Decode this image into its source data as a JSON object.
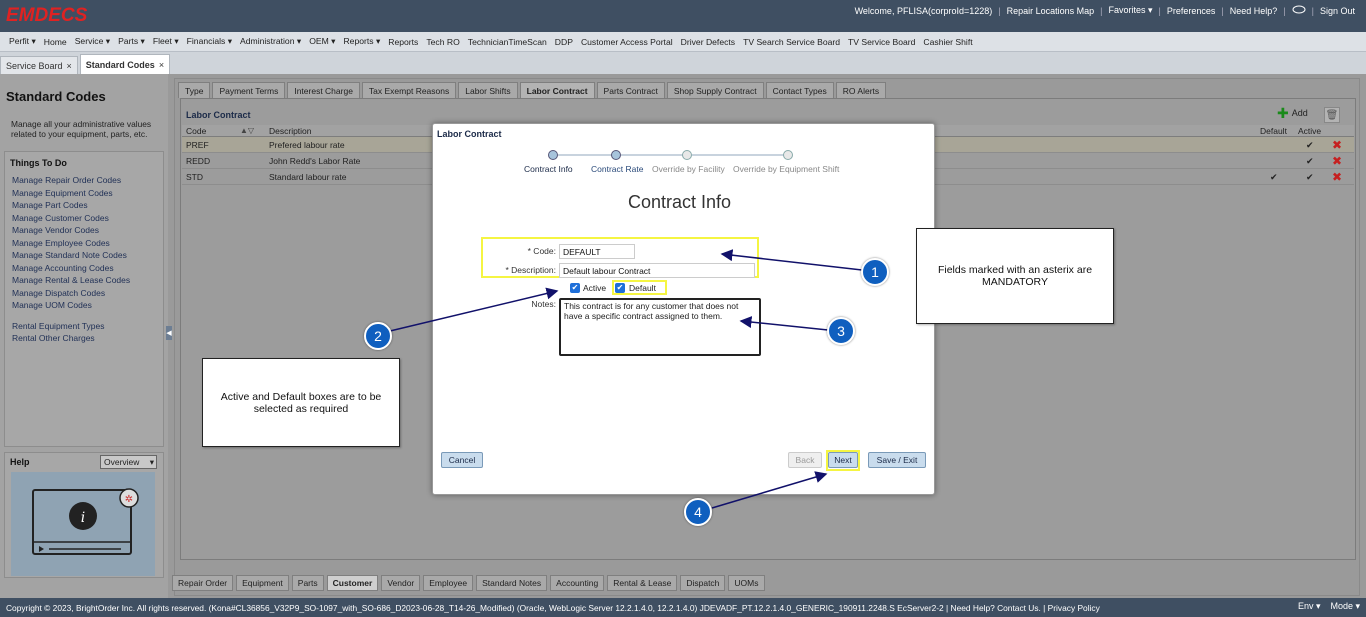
{
  "app": {
    "logo": "EMDECS",
    "top_links": [
      "Welcome, PFLISA(corproId=1228)",
      "Repair Locations Map",
      "Favorites ▾",
      "Preferences",
      "Need Help?",
      "Sign Out"
    ]
  },
  "menu": [
    "Perfit ▾",
    "Home",
    "Service ▾",
    "Parts ▾",
    "Fleet ▾",
    "Financials ▾",
    "Administration ▾",
    "OEM ▾",
    "Reports ▾",
    "Reports",
    "Tech RO",
    "TechnicianTimeScan",
    "DDP",
    "Customer Access Portal",
    "Driver Defects",
    "TV Search Service Board",
    "TV Service Board",
    "Cashier Shift"
  ],
  "page_tabs": [
    {
      "label": "Service Board",
      "close": "×"
    },
    {
      "label": "Standard Codes",
      "close": "×"
    }
  ],
  "sidebar": {
    "title": "Standard Codes",
    "description": "Manage all your administrative values related to your equipment, parts, etc.",
    "todo_title": "Things To Do",
    "links": [
      "Manage Repair Order Codes",
      "Manage Equipment Codes",
      "Manage Part Codes",
      "Manage Customer Codes",
      "Manage Vendor Codes",
      "Manage Employee Codes",
      "Manage Standard Note Codes",
      "Manage Accounting Codes",
      "Manage Rental & Lease Codes",
      "Manage Dispatch Codes",
      "Manage UOM Codes"
    ],
    "links2": [
      "Rental Equipment Types",
      "Rental Other Charges"
    ],
    "help_title": "Help",
    "help_select": "Overview"
  },
  "sub_tabs": [
    "Type",
    "Payment Terms",
    "Interest Charge",
    "Tax Exempt Reasons",
    "Labor Shifts",
    "Labor Contract",
    "Parts Contract",
    "Shop Supply Contract",
    "Contact Types",
    "RO Alerts"
  ],
  "panel": {
    "title": "Labor Contract",
    "add_label": "Add",
    "columns": {
      "code": "Code",
      "description": "Description",
      "default": "Default",
      "active": "Active"
    },
    "rows": [
      {
        "code": "PREF",
        "description": "Prefered labour rate",
        "default": "",
        "active": "✔"
      },
      {
        "code": "REDD",
        "description": "John Redd's Labor Rate",
        "default": "",
        "active": "✔"
      },
      {
        "code": "STD",
        "description": "Standard labour rate",
        "default": "✔",
        "active": "✔"
      }
    ]
  },
  "bottom_tabs": [
    "Repair Order",
    "Equipment",
    "Parts",
    "Customer",
    "Vendor",
    "Employee",
    "Standard Notes",
    "Accounting",
    "Rental & Lease",
    "Dispatch",
    "UOMs"
  ],
  "footer": {
    "text": "Copyright © 2023, BrightOrder Inc. All rights reserved.   (Kona#CL36856_V32P9_SO-1097_with_SO-686_D2023-06-28_T14-26_Modified) (Oracle, WebLogic Server 12.2.1.4.0, 12.2.1.4.0) JDEVADF_PT.12.2.1.4.0_GENERIC_190911.2248.S EcServer2-2  |  Need Help? Contact Us.  |  Privacy Policy",
    "env": "Env ▾",
    "mode": "Mode ▾"
  },
  "modal": {
    "title": "Labor Contract",
    "steps": [
      "Contract Info",
      "Contract Rate",
      "Override by Facility",
      "Override by Equipment Shift"
    ],
    "heading": "Contract Info",
    "code_label": "* Code:",
    "code_value": "DEFAULT",
    "desc_label": "* Description:",
    "desc_value": "Default labour Contract",
    "active_label": "Active",
    "default_label": "Default",
    "notes_label": "Notes:",
    "notes_value": "This contract is for any customer that does not have a specific contract assigned to them.",
    "cancel": "Cancel",
    "back": "Back",
    "next": "Next",
    "save_exit": "Save / Exit"
  },
  "callouts": {
    "c1": "Fields marked with an asterix are MANDATORY",
    "c2": "Active and Default boxes are to be selected as required"
  },
  "badges": [
    "1",
    "2",
    "3",
    "4"
  ],
  "colors": {
    "highlight": "#f5f542",
    "badge": "#0f5fbf",
    "topbar": "#3f4f62",
    "logo": "#e02222"
  }
}
